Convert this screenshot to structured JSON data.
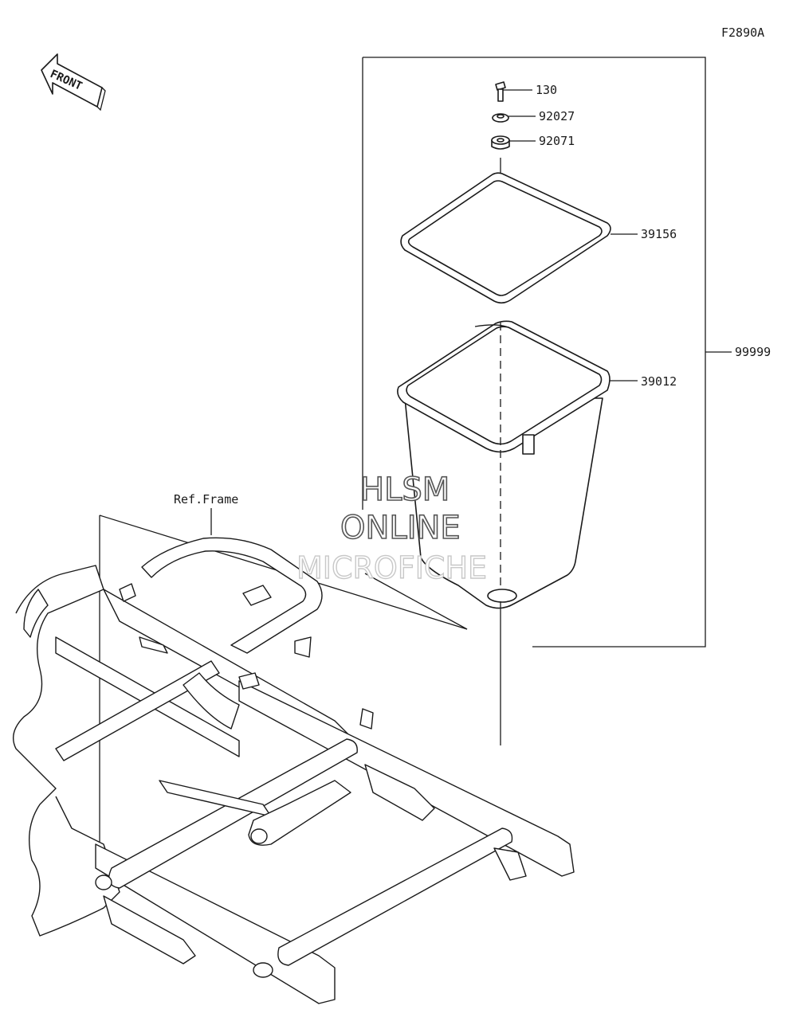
{
  "diagram_id": "F2890A",
  "front_label": "FRONT",
  "parts": {
    "bolt": "130",
    "washer": "92027",
    "grommet": "92071",
    "seal": "39156",
    "box": "39012",
    "assembly": "99999"
  },
  "ref_label": "Ref.Frame",
  "watermark": {
    "line1": "HLSM",
    "line2": "ONLINE",
    "line3": "MICROFICHE"
  }
}
